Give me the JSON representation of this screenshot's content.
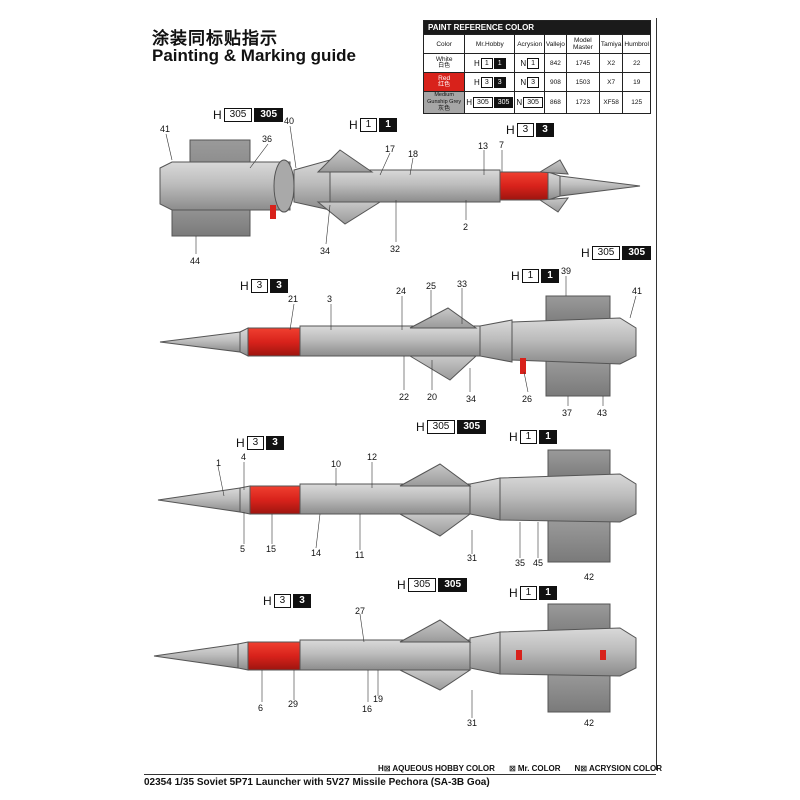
{
  "title_cn": "涂装同标贴指示",
  "title_en": "Painting & Marking guide",
  "table": {
    "header": "PAINT  REFERENCE COLOR",
    "columns": [
      "Color",
      "Mr.Hobby",
      "Acrysion",
      "Vallejo",
      "Model Master",
      "Tamiya",
      "Humbrol"
    ],
    "rows": [
      {
        "color_en": "White",
        "color_cn": "白色",
        "h_prefix": "H",
        "h_num": "1",
        "h_box": "1",
        "n_prefix": "N",
        "n_num": "1",
        "vallejo": "842",
        "model_master": "1745",
        "tamiya": "X2",
        "humbrol": "22"
      },
      {
        "color_en": "Red",
        "color_cn": "红色",
        "h_prefix": "H",
        "h_num": "3",
        "h_box": "3",
        "n_prefix": "N",
        "n_num": "3",
        "vallejo": "908",
        "model_master": "1503",
        "tamiya": "X7",
        "humbrol": "19"
      },
      {
        "color_en": "Medium Gunship Grey",
        "color_cn": "灰色",
        "h_prefix": "H",
        "h_num": "305",
        "h_box": "305",
        "n_prefix": "N",
        "n_num": "305",
        "vallejo": "868",
        "model_master": "1723",
        "tamiya": "XF58",
        "humbrol": "125"
      }
    ]
  },
  "callouts": [
    {
      "name": "view1-grey",
      "prefix": "H",
      "light": "305",
      "dark": "305"
    },
    {
      "name": "view1-white",
      "prefix": "H",
      "light": "1",
      "dark": "1"
    },
    {
      "name": "view1-red",
      "prefix": "H",
      "light": "3",
      "dark": "3"
    },
    {
      "name": "view2-grey",
      "prefix": "H",
      "light": "305",
      "dark": "305"
    },
    {
      "name": "view2-red",
      "prefix": "H",
      "light": "3",
      "dark": "3"
    },
    {
      "name": "view2-white",
      "prefix": "H",
      "light": "1",
      "dark": "1"
    },
    {
      "name": "view3-red",
      "prefix": "H",
      "light": "3",
      "dark": "3"
    },
    {
      "name": "view3-grey",
      "prefix": "H",
      "light": "305",
      "dark": "305"
    },
    {
      "name": "view3-white",
      "prefix": "H",
      "light": "1",
      "dark": "1"
    },
    {
      "name": "view4-red",
      "prefix": "H",
      "light": "3",
      "dark": "3"
    },
    {
      "name": "view4-grey",
      "prefix": "H",
      "light": "305",
      "dark": "305"
    },
    {
      "name": "view4-white",
      "prefix": "H",
      "light": "1",
      "dark": "1"
    }
  ],
  "part_numbers": {
    "v1": [
      "41",
      "36",
      "40",
      "17",
      "18",
      "13",
      "7",
      "2",
      "32",
      "34",
      "44"
    ],
    "v2": [
      "39",
      "41",
      "21",
      "3",
      "24",
      "25",
      "33",
      "22",
      "20",
      "34",
      "26",
      "37",
      "43"
    ],
    "v3": [
      "1",
      "4",
      "5",
      "15",
      "14",
      "10",
      "12",
      "11",
      "31",
      "35",
      "45",
      "42"
    ],
    "v4": [
      "27",
      "6",
      "29",
      "16",
      "19",
      "31",
      "42"
    ]
  },
  "legend": {
    "aqueous": "H⊠ AQUEOUS HOBBY COLOR",
    "mr": "⊠ Mr. COLOR",
    "acrysion": "N⊠ ACRYSION COLOR"
  },
  "footer": "02354 1/35 Soviet 5P71 Launcher with 5V27 Missile Pechora (SA-3B Goa)",
  "colors": {
    "red": "#d8221b",
    "grey": "#b4b4b4",
    "dark_grey": "#8a8a8a",
    "white": "#ffffff",
    "black": "#111111"
  }
}
